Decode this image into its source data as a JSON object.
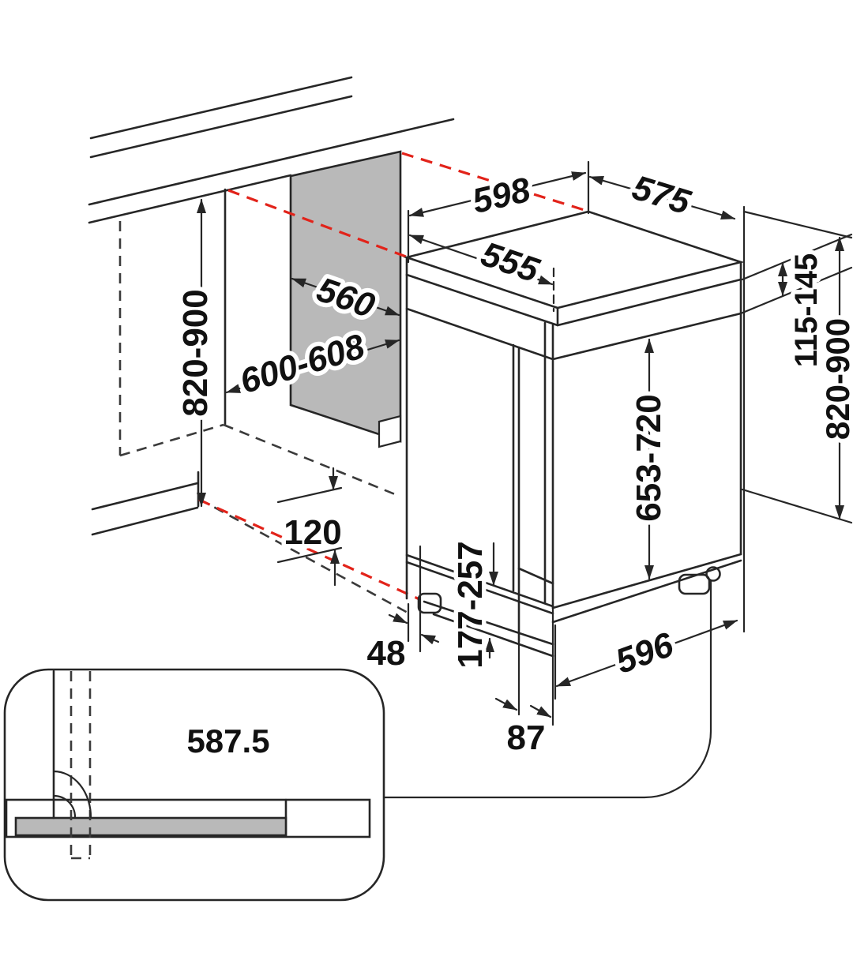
{
  "diagram": {
    "kind": "built-under dishwasher installation dimensions (isometric technical drawing)",
    "units": "mm",
    "colors": {
      "line": "#262626",
      "projection_dashed_red": "#e2231a",
      "niche_side_panel_gray": "#b9b9b9",
      "background": "#ffffff"
    }
  },
  "dimension_labels": {
    "width_top": "598",
    "depth_top": "575",
    "depth_body": "555",
    "panel_niche_width": "560",
    "niche_opening_width": "600-608",
    "niche_height_left": "820-900",
    "worktop_clearance": "115-145",
    "niche_height_right": "820-900",
    "door_panel_height": "653-720",
    "plinth_height": "177-257",
    "plinth_depth": "120",
    "door_thickness": "48",
    "body_width": "596",
    "foot_inset": "87",
    "plinth_panel_width": "587.5"
  }
}
